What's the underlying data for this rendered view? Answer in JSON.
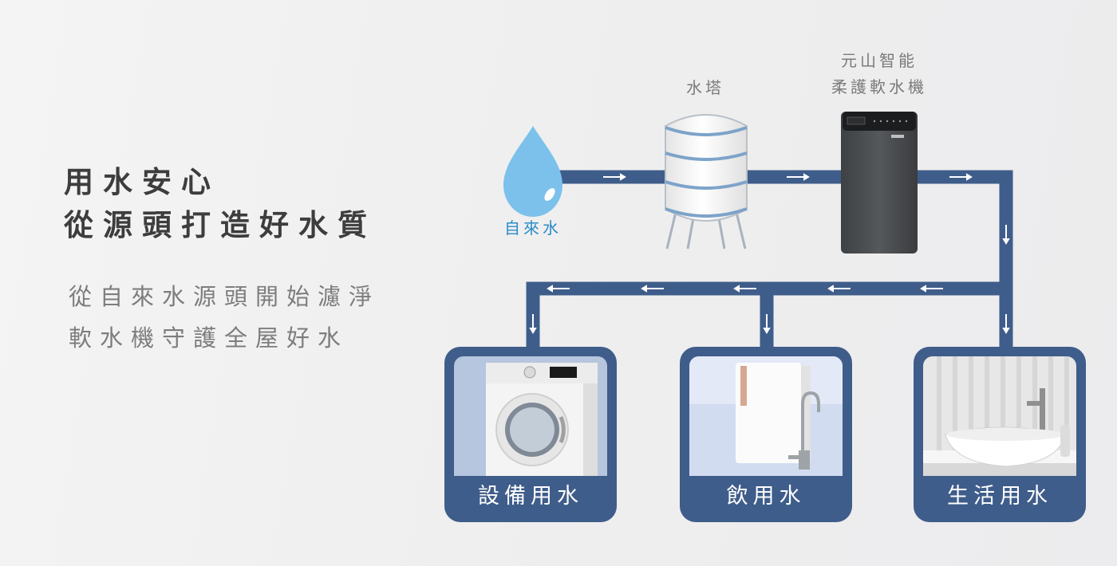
{
  "headline": {
    "line1": "用水安心",
    "line2": "從源頭打造好水質"
  },
  "subline": {
    "line1": "從自來水源頭開始濾淨",
    "line2": "軟水機守護全屋好水"
  },
  "diagram": {
    "source_label": "自來水",
    "tower_label": "水塔",
    "softener_label_line1": "元山智能",
    "softener_label_line2": "柔護軟水機",
    "outputs": [
      {
        "label": "設備用水",
        "image": "washing-machine"
      },
      {
        "label": "飲用水",
        "image": "water-purifier-faucet"
      },
      {
        "label": "生活用水",
        "image": "bathroom-sink"
      }
    ]
  },
  "colors": {
    "pipe": "#3f5d8a",
    "drop": "#7bc1ec",
    "heading": "#3d3d3d",
    "subtext": "#7d7d7d",
    "source_label": "#2b8cc9"
  }
}
